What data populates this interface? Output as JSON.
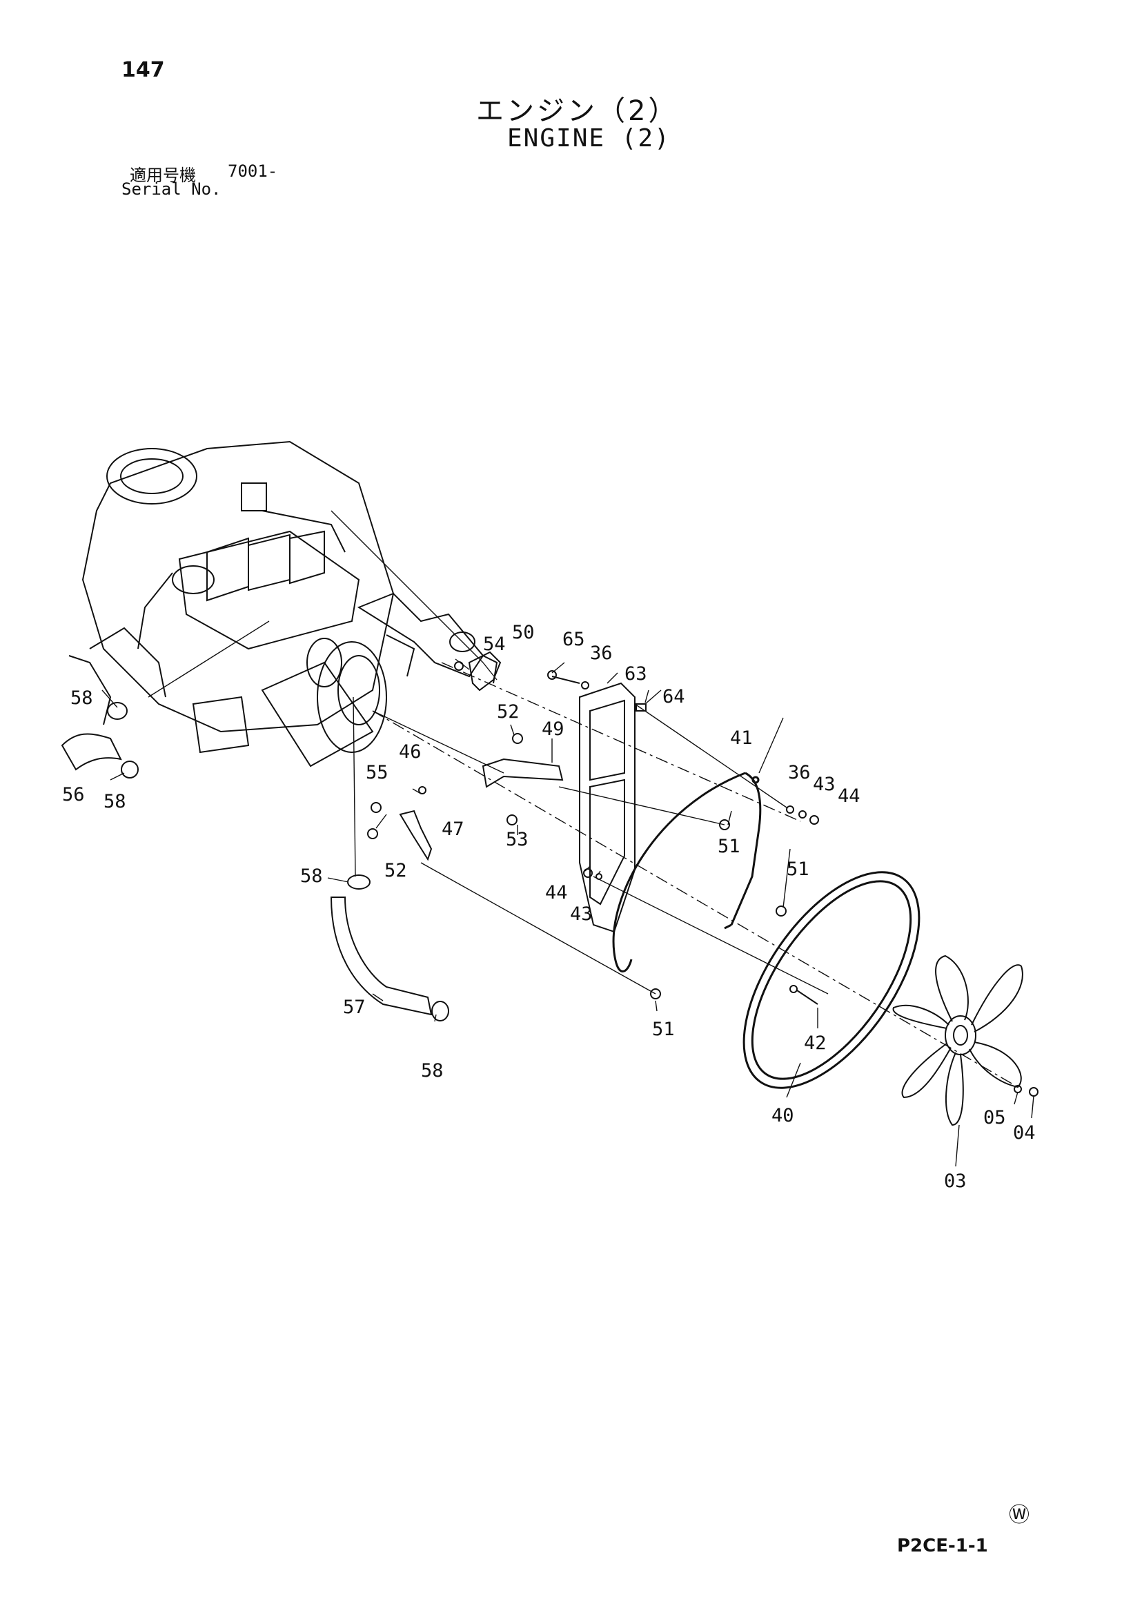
{
  "page_number": "147",
  "title_jp": "エンジン（2）",
  "title_en": "ENGINE (2)",
  "serial_label_jp": "適用号機",
  "serial_value": "7001-",
  "serial_label_en": "Serial No.",
  "callouts": [
    "54",
    "50",
    "65",
    "36",
    "63",
    "64",
    "58",
    "52",
    "49",
    "41",
    "36",
    "43",
    "44",
    "46",
    "55",
    "56",
    "58",
    "47",
    "51",
    "53",
    "51",
    "58",
    "52",
    "44",
    "43",
    "57",
    "51",
    "42",
    "58",
    "40",
    "05",
    "04",
    "03"
  ],
  "manufacturer_mark": "Ⓦ",
  "page_code": "P2CE-1-1"
}
